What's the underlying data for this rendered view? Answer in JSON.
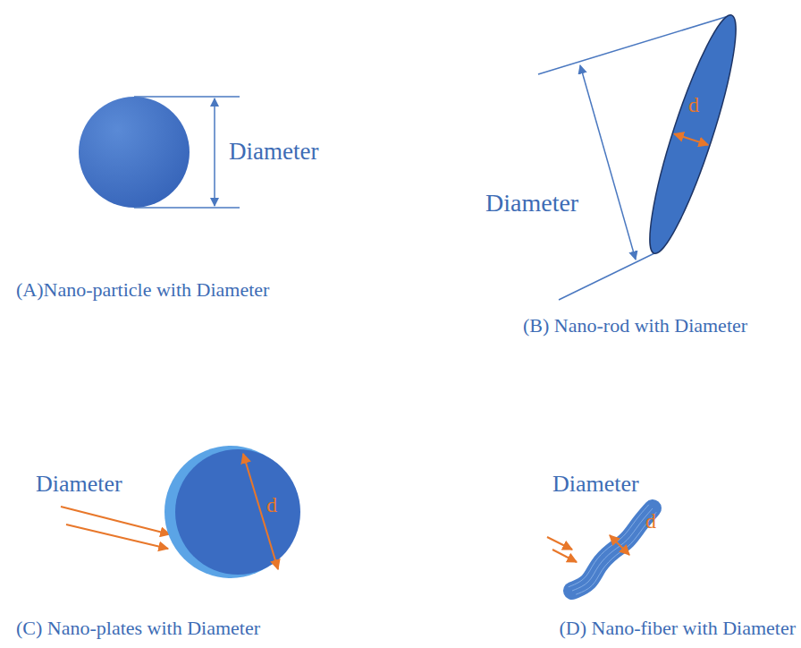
{
  "diagram": {
    "nodes": [
      {
        "text": [
          "d"
        ]
      },
      {
        "text": [
          "d"
        ]
      },
      {
        "text": [
          "d"
        ]
      }
    ],
    "labels": [
      "Diameter",
      "Diameter",
      "(A)Nano-particle with Diameter",
      "(B) Nano-rod with Diameter",
      "Diameter",
      "Diameter",
      "(C) Nano-plates with Diameter",
      "(D) Nano-fiber with Diameter"
    ]
  }
}
